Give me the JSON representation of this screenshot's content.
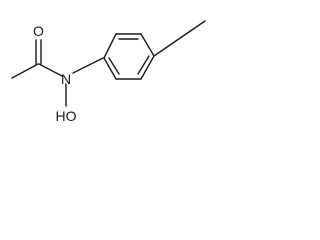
{
  "molecule": {
    "atoms": {
      "carbonyl_oxygen": "O",
      "nitrogen": "N",
      "hydroxyl": "HO"
    }
  },
  "colors": {
    "bond": "#1a1a1a",
    "background": "#ffffff"
  }
}
